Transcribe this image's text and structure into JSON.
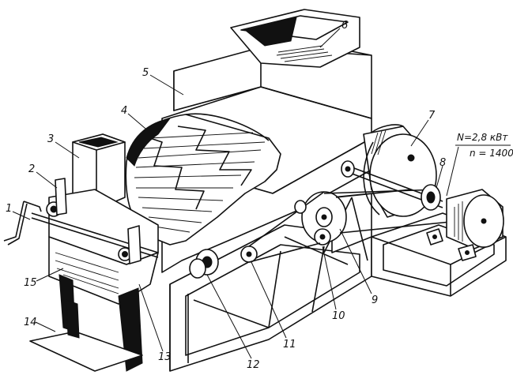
{
  "callouts": {
    "c1": "1",
    "c2": "2",
    "c3": "3",
    "c4": "4",
    "c5": "5",
    "c6": "6",
    "c7": "7",
    "c8": "8",
    "c9": "9",
    "c10": "10",
    "c11": "11",
    "c12": "12",
    "c13": "13",
    "c14": "14",
    "c15": "15"
  },
  "motor_spec": {
    "power": "N=2,8 кВт",
    "speed": "n = 1400"
  }
}
